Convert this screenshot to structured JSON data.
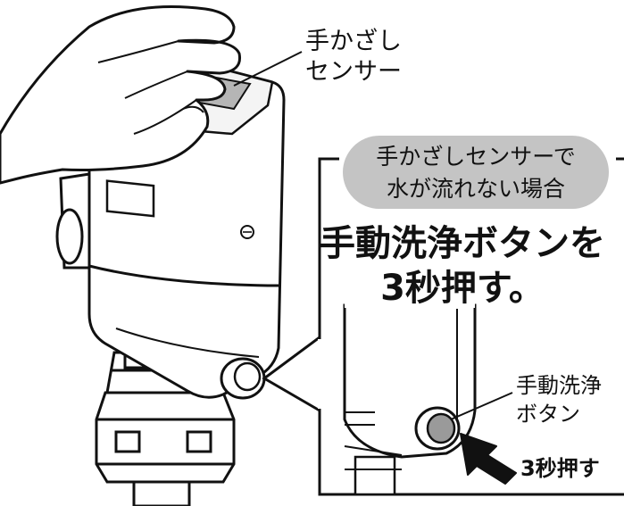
{
  "sensor_label": [
    "手かざし",
    "センサー"
  ],
  "callout": {
    "bubble": [
      "手かざしセンサーで",
      "水が流れない場合"
    ],
    "headline": [
      "手動洗浄ボタンを",
      "3秒押す。"
    ]
  },
  "button_label": [
    "手動洗浄",
    "ボタン"
  ],
  "press_label": "3秒押す",
  "colors": {
    "bubble": "#c4c4c4",
    "outline": "#111111",
    "sensor_window": "#b5b5b5",
    "button": "#9a9a9a"
  }
}
